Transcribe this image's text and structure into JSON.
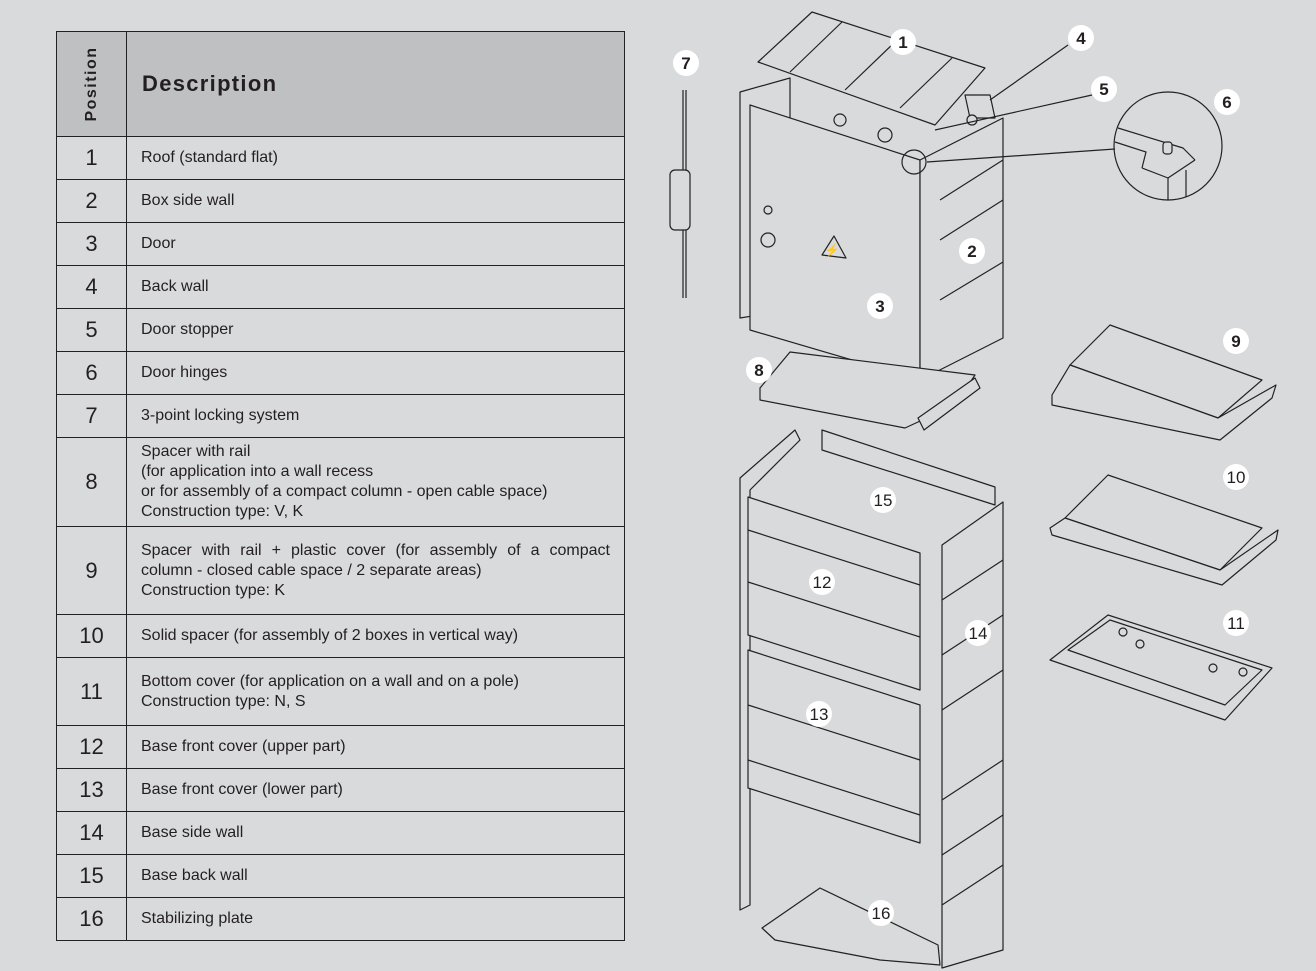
{
  "table": {
    "header": {
      "position": "Position",
      "description": "Description"
    },
    "rows": [
      {
        "num": "1",
        "lines": [
          "Roof (standard flat)"
        ]
      },
      {
        "num": "2",
        "lines": [
          "Box side wall"
        ]
      },
      {
        "num": "3",
        "lines": [
          "Door"
        ]
      },
      {
        "num": "4",
        "lines": [
          "Back wall"
        ]
      },
      {
        "num": "5",
        "lines": [
          "Door stopper"
        ]
      },
      {
        "num": "6",
        "lines": [
          "Door hinges"
        ]
      },
      {
        "num": "7",
        "lines": [
          "3-point locking system"
        ]
      },
      {
        "num": "8",
        "lines": [
          "Spacer with rail",
          "(for application into a wall recess",
          "or for assembly of a compact column - open cable space)",
          "Construction type: V, K"
        ]
      },
      {
        "num": "9",
        "lines": [
          "Spacer with rail + plastic cover (for assembly of a compact column - closed cable space / 2 separate areas)",
          "Construction type: K"
        ]
      },
      {
        "num": "10",
        "lines": [
          "Solid spacer (for assembly of 2 boxes in vertical way)"
        ]
      },
      {
        "num": "11",
        "lines": [
          "Bottom cover (for application on a wall and on a pole)",
          "Construction type:  N, S"
        ]
      },
      {
        "num": "12",
        "lines": [
          "Base front cover (upper part)"
        ]
      },
      {
        "num": "13",
        "lines": [
          "Base front cover (lower part)"
        ]
      },
      {
        "num": "14",
        "lines": [
          "Base side wall"
        ]
      },
      {
        "num": "15",
        "lines": [
          "Base back wall"
        ]
      },
      {
        "num": "16",
        "lines": [
          "Stabilizing plate"
        ]
      }
    ]
  },
  "drawing": {
    "callouts": [
      "1",
      "2",
      "3",
      "4",
      "5",
      "6",
      "7",
      "8",
      "9",
      "10",
      "11",
      "12",
      "13",
      "14",
      "15",
      "16"
    ]
  },
  "colors": {
    "background": "#d9dadc",
    "header": "#bfc0c2",
    "ink": "#231f20",
    "callout": "#ffffff"
  }
}
